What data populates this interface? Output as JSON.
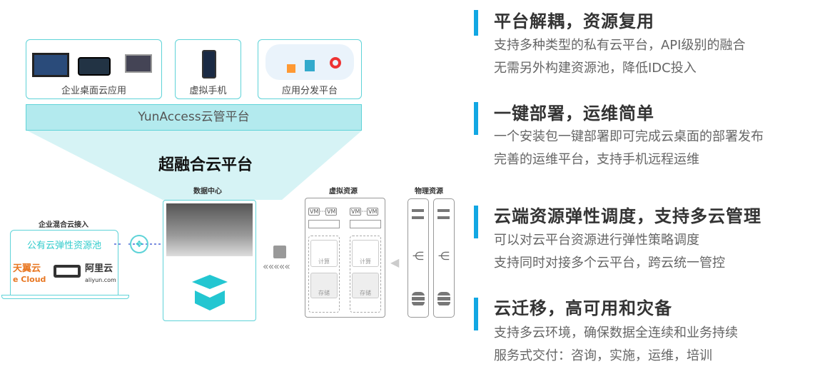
{
  "top_cards": [
    {
      "label": "企业桌面云应用"
    },
    {
      "label": "虚拟手机"
    },
    {
      "label": "应用分发平台"
    }
  ],
  "platform_bar": "YunAccess云管平台",
  "center_title": "超融合云平台",
  "hybrid": {
    "title": "企业混合云接入",
    "pool": "公有云弹性资源池",
    "logos": [
      {
        "name": "天翼云",
        "sub": "e Cloud"
      },
      {
        "name": "阿里云",
        "sub": "aliyun.com"
      }
    ]
  },
  "datacenter": {
    "title": "数据中心"
  },
  "virtual": {
    "title": "虚拟资源",
    "vm": "VM",
    "compute": "计算",
    "storage": "存储"
  },
  "physical": {
    "title": "物理资源"
  },
  "colors": {
    "accent": "#12a7e3",
    "teal": "#5fd3d8",
    "box": "#23c6d1"
  },
  "features": [
    {
      "title": "平台解耦，资源复用",
      "lines": [
        "支持多种类型的私有云平台，API级别的融合",
        "无需另外构建资源池，降低IDC投入"
      ]
    },
    {
      "title": "一键部署，运维简单",
      "lines": [
        "一个安装包一键部署即可完成云桌面的部署发布",
        "完善的运维平台，支持手机远程运维"
      ]
    },
    {
      "title": "云端资源弹性调度，支持多云管理",
      "lines": [
        "可以对云平台资源进行弹性策略调度",
        "支持同时对接多个云平台，跨云统一管控"
      ]
    },
    {
      "title": "云迁移，高可用和灾备",
      "lines": [
        "支持多云环境，确保数据全连续和业务持续",
        "服务式交付：咨询，实施，运维，培训"
      ]
    }
  ]
}
